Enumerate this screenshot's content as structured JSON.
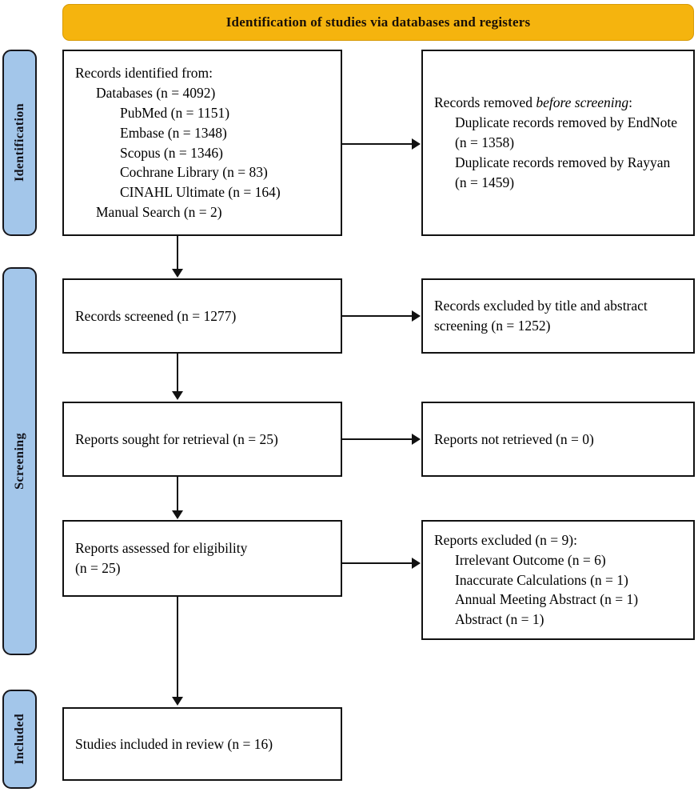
{
  "banner": {
    "title": "Identification of studies via databases and registers",
    "color": "#F5B40E"
  },
  "phases": {
    "identification": "Identification",
    "screening": "Screening",
    "included": "Included",
    "color": "#A3C6EA"
  },
  "boxes": {
    "identified": {
      "lines": [
        "Records identified from:",
        "Databases (n = 4092)",
        "PubMed (n = 1151)",
        "Embase (n = 1348)",
        "Scopus (n = 1346)",
        "Cochrane Library (n = 83)",
        "CINAHL Ultimate (n = 164)",
        "Manual Search (n = 2)"
      ]
    },
    "removed": {
      "head_prefix": "Records removed ",
      "head_italic": "before screening",
      "head_suffix": ":",
      "item1": "Duplicate records removed by EndNote (n = 1358)",
      "item2": "Duplicate records removed by Rayyan (n = 1459)"
    },
    "screened": {
      "line": "Records screened (n = 1277)"
    },
    "excluded_screening": {
      "line": "Records excluded by title and abstract screening (n = 1252)"
    },
    "sought": {
      "line": "Reports sought for retrieval (n = 25)"
    },
    "not_retrieved": {
      "line": "Reports not retrieved (n = 0)"
    },
    "assessed": {
      "line1": "Reports assessed for eligibility",
      "line2": "(n = 25)"
    },
    "excluded_full": {
      "head": "Reports excluded (n = 9):",
      "items": [
        "Irrelevant Outcome (n = 6)",
        "Inaccurate Calculations (n = 1)",
        "Annual Meeting Abstract (n = 1)",
        "Abstract (n = 1)"
      ]
    },
    "included": {
      "line": "Studies included in review (n = 16)"
    }
  },
  "connectors": {
    "arrow_identified_to_removed": "arrow-right",
    "arrow_identified_to_screened": "arrow-down",
    "arrow_screened_to_excluded": "arrow-right",
    "arrow_screened_to_sought": "arrow-down",
    "arrow_sought_to_not_retrieved": "arrow-right",
    "arrow_sought_to_assessed": "arrow-down",
    "arrow_assessed_to_excluded_full": "arrow-right",
    "arrow_assessed_to_included": "arrow-down"
  }
}
